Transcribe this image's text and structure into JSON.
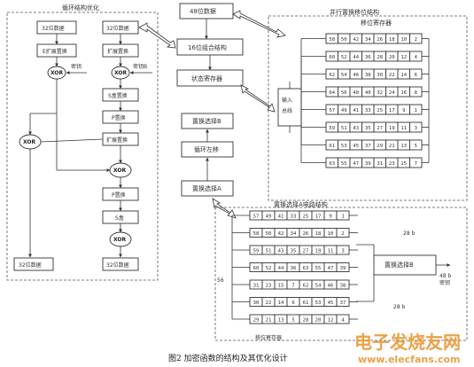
{
  "labels": {
    "loop_opt": "循环结构优化",
    "data_32_l": "32位数据",
    "data_32_r": "32位数据",
    "perm_l": "E扩展置换",
    "perm_r": "扩展置换",
    "key": "密钥",
    "out_32_l": "32位数据",
    "out_32_r": "32位数据",
    "top_box": "48位数据",
    "mux": "16位组合结构",
    "reg_box": "状态寄存器",
    "sel_b": "置换选择B",
    "shift": "循环左移",
    "sel_a": "置换选择A",
    "right_top_title": "并行置换移位结构",
    "right_top_sub": "移位寄存器",
    "in_bus": "输入总线",
    "right_bot_title": "置换选择A电路结构",
    "bot_box": "置换选择B",
    "side_28a": "28 b",
    "side_28b": "28 b",
    "out_48": "48 b",
    "out_48b": "密钥",
    "in_56": "56",
    "bot_reg": "移位寄存器",
    "key_b": "密钥B",
    "caption": "图2   加密函数的结构及其优化设计"
  },
  "middle_steps": [
    "S盒置换",
    "P置换",
    "扩展置换"
  ],
  "left_steps": [
    "P置换",
    "S盒"
  ],
  "right_top_rows": [
    [
      "58",
      "50",
      "42",
      "34",
      "26",
      "18",
      "10",
      "2"
    ],
    [
      "60",
      "52",
      "44",
      "36",
      "28",
      "20",
      "12",
      "4"
    ],
    [
      "62",
      "54",
      "46",
      "38",
      "30",
      "22",
      "14",
      "6"
    ],
    [
      "64",
      "56",
      "48",
      "40",
      "32",
      "24",
      "16",
      "8"
    ],
    [
      "57",
      "49",
      "41",
      "33",
      "25",
      "17",
      "9",
      "1"
    ],
    [
      "59",
      "51",
      "43",
      "35",
      "27",
      "19",
      "11",
      "3"
    ],
    [
      "61",
      "53",
      "45",
      "37",
      "29",
      "21",
      "13",
      "5"
    ],
    [
      "63",
      "55",
      "47",
      "39",
      "31",
      "23",
      "15",
      "7"
    ]
  ],
  "right_bot_rows": [
    [
      "57",
      "49",
      "41",
      "33",
      "25",
      "17",
      "9",
      "1"
    ],
    [
      "58",
      "50",
      "42",
      "34",
      "26",
      "18",
      "10",
      "2"
    ],
    [
      "59",
      "51",
      "43",
      "35",
      "27",
      "19",
      "11",
      "3"
    ],
    [
      "60",
      "52",
      "44",
      "36",
      "63",
      "55",
      "47",
      "39"
    ],
    [
      "31",
      "23",
      "15",
      "7",
      "62",
      "54",
      "46",
      "38"
    ],
    [
      "30",
      "22",
      "14",
      "6",
      "61",
      "53",
      "45",
      "37"
    ],
    [
      "29",
      "21",
      "13",
      "5",
      "28",
      "20",
      "12",
      "4"
    ]
  ],
  "xor_label": "XOR",
  "watermark": {
    "cn": "电子发烧友网",
    "url": "www.elecfans.com"
  }
}
